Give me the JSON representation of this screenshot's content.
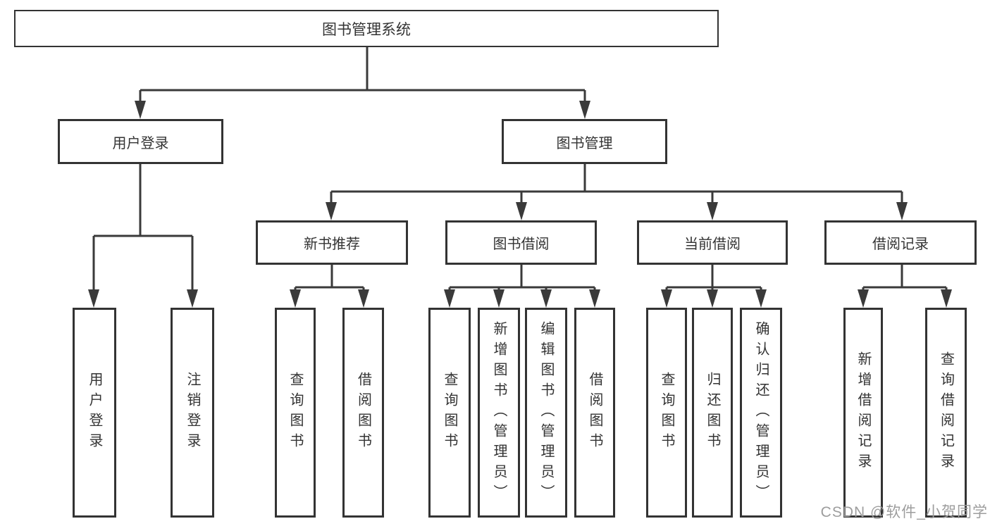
{
  "diagram": {
    "root": {
      "label": "图书管理系统"
    },
    "branches": [
      {
        "label": "用户登录",
        "children": [
          {
            "label": "用户登录"
          },
          {
            "label": "注销登录"
          }
        ]
      },
      {
        "label": "图书管理",
        "children": [
          {
            "label": "新书推荐",
            "children": [
              {
                "label": "查询图书"
              },
              {
                "label": "借阅图书"
              }
            ]
          },
          {
            "label": "图书借阅",
            "children": [
              {
                "label": "查询图书"
              },
              {
                "label": "新增图书（管理员）"
              },
              {
                "label": "编辑图书（管理员）"
              },
              {
                "label": "借阅图书"
              }
            ]
          },
          {
            "label": "当前借阅",
            "children": [
              {
                "label": "查询图书"
              },
              {
                "label": "归还图书"
              },
              {
                "label": "确认归还（管理员）"
              }
            ]
          },
          {
            "label": "借阅记录",
            "children": [
              {
                "label": "新增借阅记录"
              },
              {
                "label": "查询借阅记录"
              }
            ]
          }
        ]
      }
    ]
  },
  "watermark": {
    "text": "CSDN @软件_小贺同学"
  },
  "colors": {
    "line": "#3a3a3a",
    "border": "#333333",
    "text": "#333333",
    "watermark": "#9d9d9d",
    "background": "#ffffff"
  }
}
